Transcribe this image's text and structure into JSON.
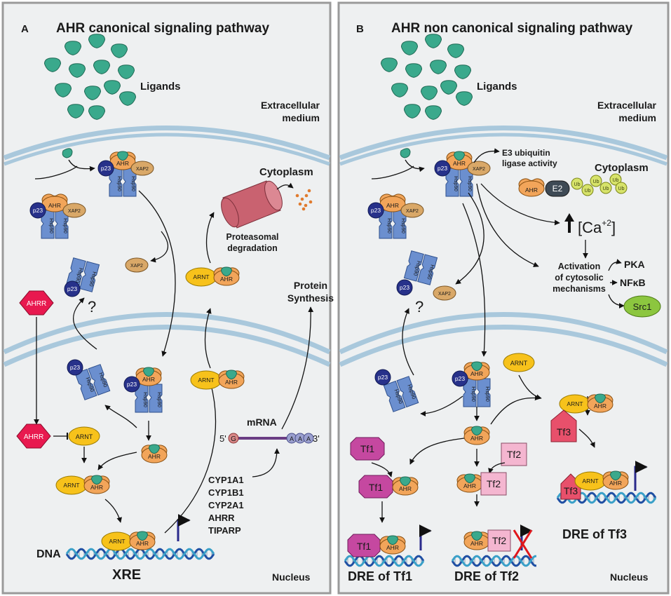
{
  "panelA": {
    "letter": "A",
    "title": "AHR canonical signaling pathway",
    "ligands": "Ligands",
    "extracellular": [
      "Extracellular",
      "medium"
    ],
    "cytoplasm": "Cytoplasm",
    "proteasomal": [
      "Proteasomal",
      "degradation"
    ],
    "protein_synthesis": [
      "Protein",
      "Synthesis"
    ],
    "mrna": "mRNA",
    "five_prime": "5'",
    "three_prime": "3'",
    "cap": "G",
    "polya": [
      "A",
      "A",
      "A"
    ],
    "genes": [
      "CYP1A1",
      "CYP1B1",
      "CYP2A1",
      "AHRR",
      "TIPARP"
    ],
    "dna": "DNA",
    "xre": "XRE",
    "nucleus": "Nucleus",
    "question": "?"
  },
  "panelB": {
    "letter": "B",
    "title": "AHR non canonical signaling pathway",
    "ligands": "Ligands",
    "extracellular": [
      "Extracellular",
      "medium"
    ],
    "cytoplasm": "Cytoplasm",
    "e3": [
      "E3 ubiquitin",
      "ligase activity"
    ],
    "e2": "E2",
    "ub": "Ub",
    "calcium": "[Ca",
    "calcium_sup": "+2",
    "calcium_close": "]",
    "activation": [
      "Activation",
      "of cytosolic",
      "mechanisms"
    ],
    "pka": "PKA",
    "nfkb": "NFκB",
    "src1": "Src1",
    "tf1": "Tf1",
    "tf2": "Tf2",
    "tf3": "Tf3",
    "dre_tf1": "DRE of Tf1",
    "dre_tf2": "DRE of Tf2",
    "dre_tf3": "DRE of Tf3",
    "nucleus": "Nucleus",
    "question": "?"
  },
  "proteins": {
    "ahr": "AHR",
    "arnt": "ARNT",
    "p23": "p23",
    "hsp90": "Hsp90",
    "xap2": "XAP2",
    "ahrr": "AHRR"
  },
  "colors": {
    "membrane": "#a9c8dc",
    "ligand": "#3aa98c",
    "ahr": "#f2a55a",
    "arnt": "#f7c21b",
    "p23": "#27318a",
    "hsp90": "#6b8fcf",
    "xap2": "#d9a868",
    "ahrr": "#e8194f",
    "proteasome": "#c96270",
    "tf1": "#c548a0",
    "tf2": "#f4b6d0",
    "tf3": "#e8506b",
    "src1": "#8cc63f",
    "ub": "#d7e36a",
    "e2": "#3e4a55",
    "promoter": "#2a2a8c",
    "dna1": "#1f4fa3",
    "dna2": "#3aa0c8"
  }
}
